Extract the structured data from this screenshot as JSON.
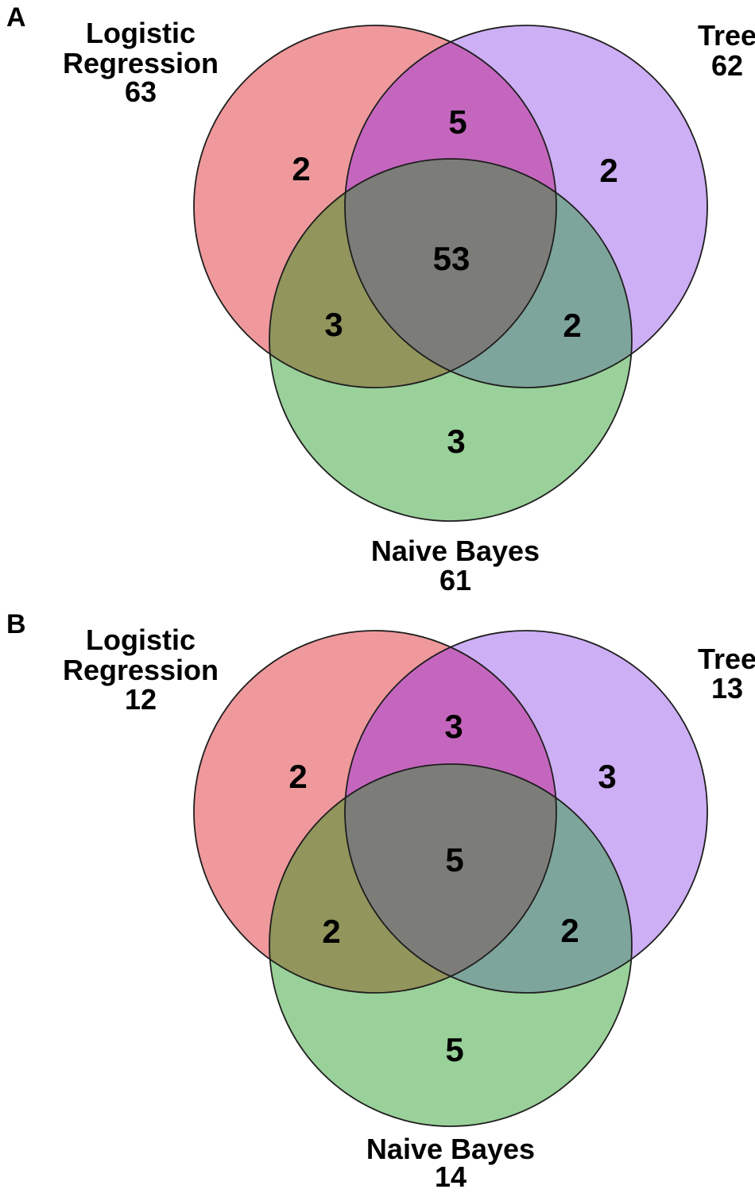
{
  "figure": {
    "panels": [
      {
        "letter": "A",
        "logistic_regression": {
          "line1": "Logistic",
          "line2": "Regression",
          "total": "63"
        },
        "tree": {
          "name": "Tree",
          "total": "62"
        },
        "naive_bayes": {
          "name": "Naive Bayes",
          "total": "61"
        },
        "regions": {
          "lr_only": "2",
          "tree_only": "2",
          "nb_only": "3",
          "lr_tree": "5",
          "lr_nb": "3",
          "tree_nb": "2",
          "all": "53"
        }
      },
      {
        "letter": "B",
        "logistic_regression": {
          "line1": "Logistic",
          "line2": "Regression",
          "total": "12"
        },
        "tree": {
          "name": "Tree",
          "total": "13"
        },
        "naive_bayes": {
          "name": "Naive Bayes",
          "total": "14"
        },
        "regions": {
          "lr_only": "2",
          "tree_only": "3",
          "nb_only": "5",
          "lr_tree": "3",
          "lr_nb": "2",
          "tree_nb": "2",
          "all": "5"
        }
      }
    ],
    "colors": {
      "lr_fill": "#EF999C",
      "tree_fill": "#CDAFF5",
      "nb_fill": "#9AD19A",
      "lr_tree_fill": "#C566BE",
      "lr_nb_fill": "#92955C",
      "tree_nb_fill": "#7EA59B",
      "center_fill": "#7C7C78",
      "outline": "#1E1E1E",
      "text": "#000000"
    }
  },
  "chart_data": [
    {
      "type": "venn",
      "title": "A",
      "sets": [
        {
          "name": "Logistic Regression",
          "total": 63
        },
        {
          "name": "Tree",
          "total": 62
        },
        {
          "name": "Naive Bayes",
          "total": 61
        }
      ],
      "regions": {
        "logistic_regression_only": 2,
        "tree_only": 2,
        "naive_bayes_only": 3,
        "logistic_regression_and_tree": 5,
        "logistic_regression_and_naive_bayes": 3,
        "tree_and_naive_bayes": 2,
        "all_three": 53
      },
      "layout": {
        "lr_circle": "top-left",
        "tree_circle": "top-right",
        "nb_circle": "bottom-center"
      }
    },
    {
      "type": "venn",
      "title": "B",
      "sets": [
        {
          "name": "Logistic Regression",
          "total": 12
        },
        {
          "name": "Tree",
          "total": 13
        },
        {
          "name": "Naive Bayes",
          "total": 14
        }
      ],
      "regions": {
        "logistic_regression_only": 2,
        "tree_only": 3,
        "naive_bayes_only": 5,
        "logistic_regression_and_tree": 3,
        "logistic_regression_and_naive_bayes": 2,
        "tree_and_naive_bayes": 2,
        "all_three": 5
      },
      "layout": {
        "lr_circle": "top-left",
        "tree_circle": "top-right",
        "nb_circle": "bottom-center"
      }
    }
  ]
}
